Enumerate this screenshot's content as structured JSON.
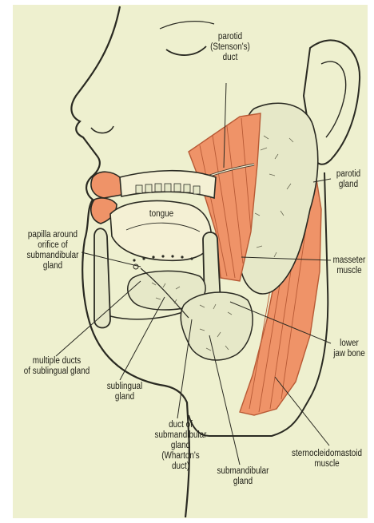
{
  "colors": {
    "page": "#ffffff",
    "paper": "#eef0cf",
    "muscle": "#ef9368",
    "muscle_line": "#b85a35",
    "gland": "#e6e8c8",
    "outline": "#2a2a22",
    "mouth": "#f4f0d4"
  },
  "labels": {
    "parotid_duct": [
      "parotid",
      "(Stenson's)",
      "duct"
    ],
    "parotid_gland": [
      "parotid",
      "gland"
    ],
    "tongue": [
      "tongue"
    ],
    "papilla": [
      "papilla around",
      "orifice of",
      "submandibular",
      "gland"
    ],
    "masseter": [
      "masseter",
      "muscle"
    ],
    "lower_jaw": [
      "lower",
      "jaw bone"
    ],
    "multiple_ducts": [
      "multiple ducts",
      "of sublingual gland"
    ],
    "sublingual": [
      "sublingual",
      "gland"
    ],
    "duct_submandibular": [
      "duct of",
      "submandibular",
      "gland",
      "(Wharton's",
      "duct)"
    ],
    "submandibular": [
      "submandibular",
      "gland"
    ],
    "sternocleido": [
      "sternocleidomastoid",
      "muscle"
    ]
  }
}
